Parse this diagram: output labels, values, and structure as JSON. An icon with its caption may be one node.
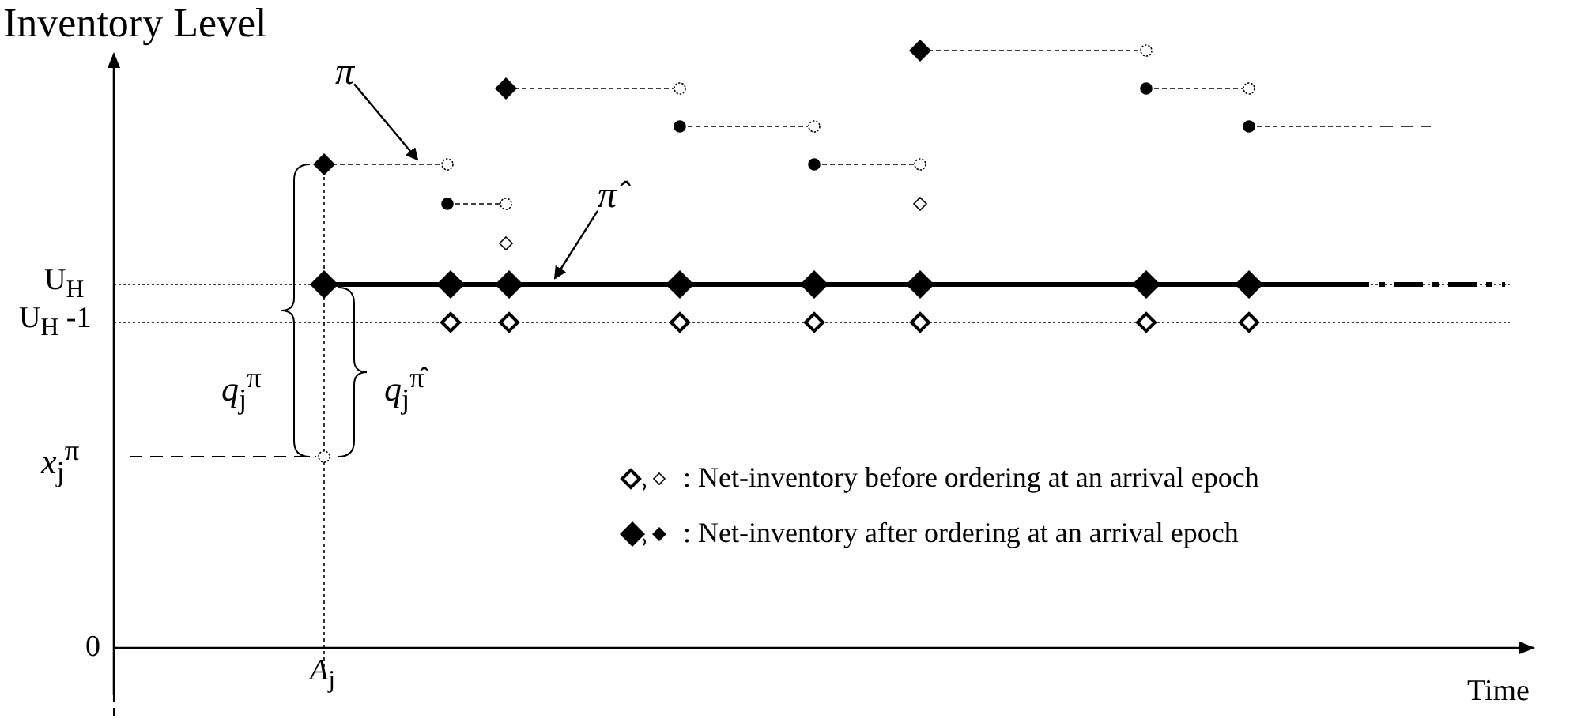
{
  "diagram": {
    "nodes": [
      {
        "text": [
          "π"
        ]
      },
      {
        "text": [
          "π̂"
        ]
      }
    ],
    "edges": [
      {
        "from": 0,
        "to": null,
        "arrow": "to"
      },
      {
        "from": 1,
        "to": null,
        "arrow": "to"
      }
    ],
    "labels": [
      "Inventory Level",
      "U$_{H}$",
      "U$_{H}$ -1",
      "*q*$_{j}$$^{π}$",
      "*q*$_{j}$$^{π̂}$",
      "*x*$_{j}$$^{π}$",
      "0",
      "*A*$_{j}$",
      "Time"
    ],
    "legend": [
      {
        "text": ": Net-inventory before ordering at an arrival epoch"
      },
      {
        "text": ": Net-inventory after ordering at an arrival epoch"
      }
    ]
  }
}
